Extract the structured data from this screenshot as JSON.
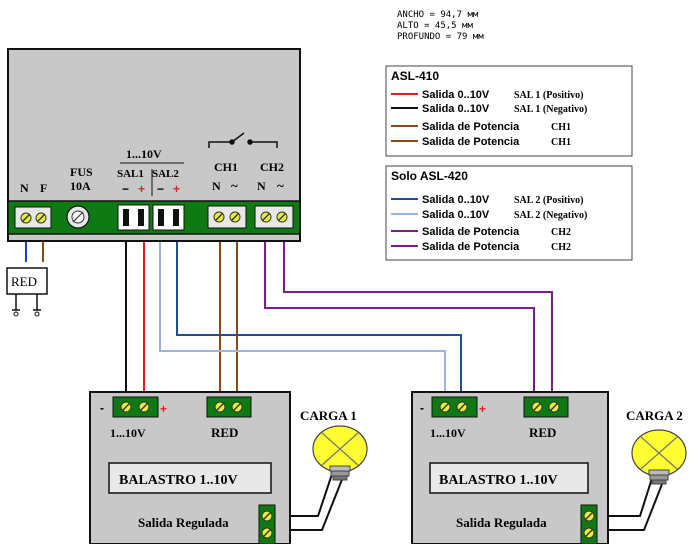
{
  "dimensions": {
    "ancho": "ANCHO    = 94,7 мм",
    "alto": "ALTO     = 45,5 мм",
    "profundo": "PROFUNDO = 79 мм"
  },
  "legend_410": {
    "title": "ASL-410",
    "items": [
      {
        "label": "Salida 0..10V",
        "detail": "SAL 1 (Positivo)",
        "color": "#e02020"
      },
      {
        "label": "Salida 0..10V",
        "detail": "SAL 1 (Negativo)",
        "color": "#101010"
      },
      {
        "label": "Salida de Potencia",
        "detail": "CH1",
        "color": "#8a4a14"
      },
      {
        "label": "Salida de Potencia",
        "detail": "CH1",
        "color": "#8a4a14"
      }
    ]
  },
  "legend_420": {
    "title": "Solo ASL-420",
    "items": [
      {
        "label": "Salida 0..10V",
        "detail": "SAL 2 (Positivo)",
        "color": "#1f4e9a"
      },
      {
        "label": "Salida 0..10V",
        "detail": "SAL 2 (Negativo)",
        "color": "#9db0e8"
      },
      {
        "label": "Salida de Potencia",
        "detail": "CH2",
        "color": "#7a1e8c"
      },
      {
        "label": "Salida de Potencia",
        "detail": "CH2",
        "color": "#7a1e8c"
      }
    ]
  },
  "device": {
    "n": "N",
    "f": "F",
    "fus": "FUS",
    "fus_rating": "10A",
    "range": "1...10V",
    "sal1": "SAL1",
    "sal2": "SAL2",
    "minus1": "−",
    "plus1": "+",
    "minus2": "−",
    "plus2": "+",
    "ch1": "CH1",
    "ch2": "CH2",
    "ch1_n": "N",
    "ch1_tilde": "~",
    "ch2_n": "N",
    "ch2_tilde": "~"
  },
  "red_plug": "RED",
  "ballast1": {
    "minus": "-",
    "plus": "+",
    "range": "1...10V",
    "red": "RED",
    "title": "BALASTRO 1..10V",
    "output": "Salida Regulada"
  },
  "ballast2": {
    "minus": "-",
    "plus": "+",
    "range": "1...10V",
    "red": "RED",
    "title": "BALASTRO 1..10V",
    "output": "Salida Regulada"
  },
  "carga1": "CARGA 1",
  "carga2": "CARGA 2",
  "colors": {
    "housing": "#c8c8c8",
    "terminal_strip": "#0f7a14",
    "terminal_screw": "#e7ee3a",
    "lamp": "#ffff33",
    "red_wire": "#e02020",
    "black_wire": "#101010",
    "brown_wire": "#8a4a14",
    "dark_blue_wire": "#1f4e9a",
    "light_blue_wire": "#9db0e8",
    "purple_wire": "#7a1e8c",
    "mains_blue": "#1d3fcf"
  }
}
